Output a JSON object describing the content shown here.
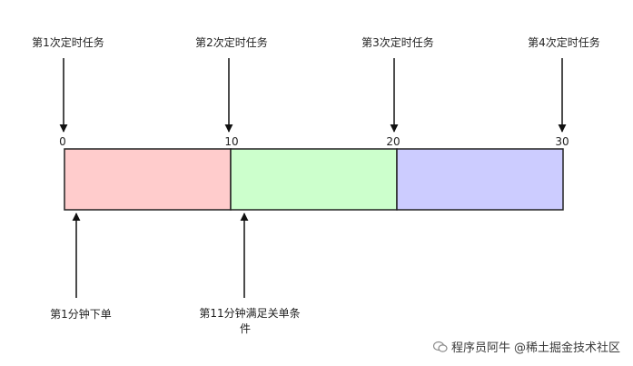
{
  "scheduled_tasks": [
    "第1次定时任务",
    "第2次定时任务",
    "第3次定时任务",
    "第4次定时任务"
  ],
  "timeline": {
    "ticks": [
      "0",
      "10",
      "20",
      "30"
    ],
    "segment_colors": [
      "#ffcccc",
      "#ccffcc",
      "#ccccff"
    ]
  },
  "events": [
    {
      "lines": [
        "第1分钟下单"
      ]
    },
    {
      "lines": [
        "第11分钟满足关单条",
        "件"
      ]
    }
  ],
  "watermark": {
    "line1": "程序员阿牛",
    "line2": "@稀土掘金技术社区"
  }
}
